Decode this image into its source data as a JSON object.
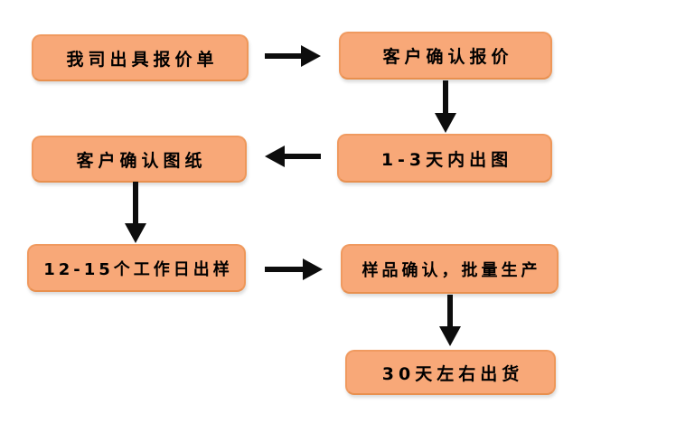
{
  "flowchart": {
    "type": "process-flow-diagram",
    "node_fill_color": "#f8a878",
    "node_border_color": "#f09a60",
    "arrow_color": "#0d0d0d",
    "text_color": "#000000",
    "nodes": [
      {
        "id": "quote-issued",
        "label": "我司出具报价单",
        "position": "row1-left"
      },
      {
        "id": "quote-confirmed",
        "label": "客户确认报价",
        "position": "row1-right"
      },
      {
        "id": "drawing-output",
        "label": "1-3天内出图",
        "position": "row2-right"
      },
      {
        "id": "drawing-confirmed",
        "label": "客户确认图纸",
        "position": "row2-left"
      },
      {
        "id": "sample-output",
        "label": "12-15个工作日出样",
        "position": "row3-left"
      },
      {
        "id": "mass-production",
        "label": "样品确认，批量生产",
        "position": "row3-right"
      },
      {
        "id": "shipment",
        "label": "30天左右出货",
        "position": "row4-right"
      }
    ],
    "edges": [
      {
        "from": "quote-issued",
        "to": "quote-confirmed",
        "direction": "right"
      },
      {
        "from": "quote-confirmed",
        "to": "drawing-output",
        "direction": "down"
      },
      {
        "from": "drawing-output",
        "to": "drawing-confirmed",
        "direction": "left"
      },
      {
        "from": "drawing-confirmed",
        "to": "sample-output",
        "direction": "down"
      },
      {
        "from": "sample-output",
        "to": "mass-production",
        "direction": "right"
      },
      {
        "from": "mass-production",
        "to": "shipment",
        "direction": "down"
      }
    ]
  }
}
